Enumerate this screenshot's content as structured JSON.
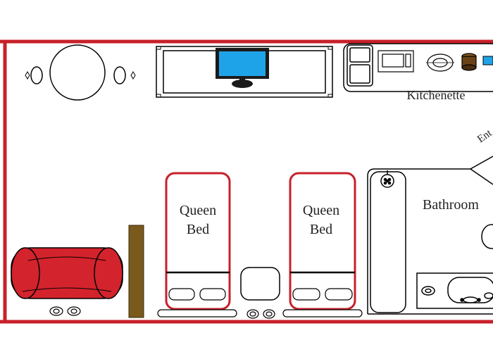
{
  "rooms": {
    "kitchenette": "Kitchenette",
    "bathroom": "Bathroom",
    "entry_partial": "Ent"
  },
  "beds": [
    {
      "line1": "Queen",
      "line2": "Bed"
    },
    {
      "line1": "Queen",
      "line2": "Bed"
    }
  ],
  "colors": {
    "wall": "#c8202a",
    "sofa": "#d3232c",
    "tv_screen": "#1fa3e8",
    "wood_divider": "#7a5a1c",
    "outline": "#000000"
  },
  "icons": [
    "table-icon",
    "tv-icon",
    "refrigerator-icon",
    "microwave-icon",
    "sink-icon",
    "coffee-maker-icon",
    "sofa-icon",
    "ottoman-icon",
    "shower-icon",
    "toilet-icon",
    "vanity-sink-icon"
  ]
}
